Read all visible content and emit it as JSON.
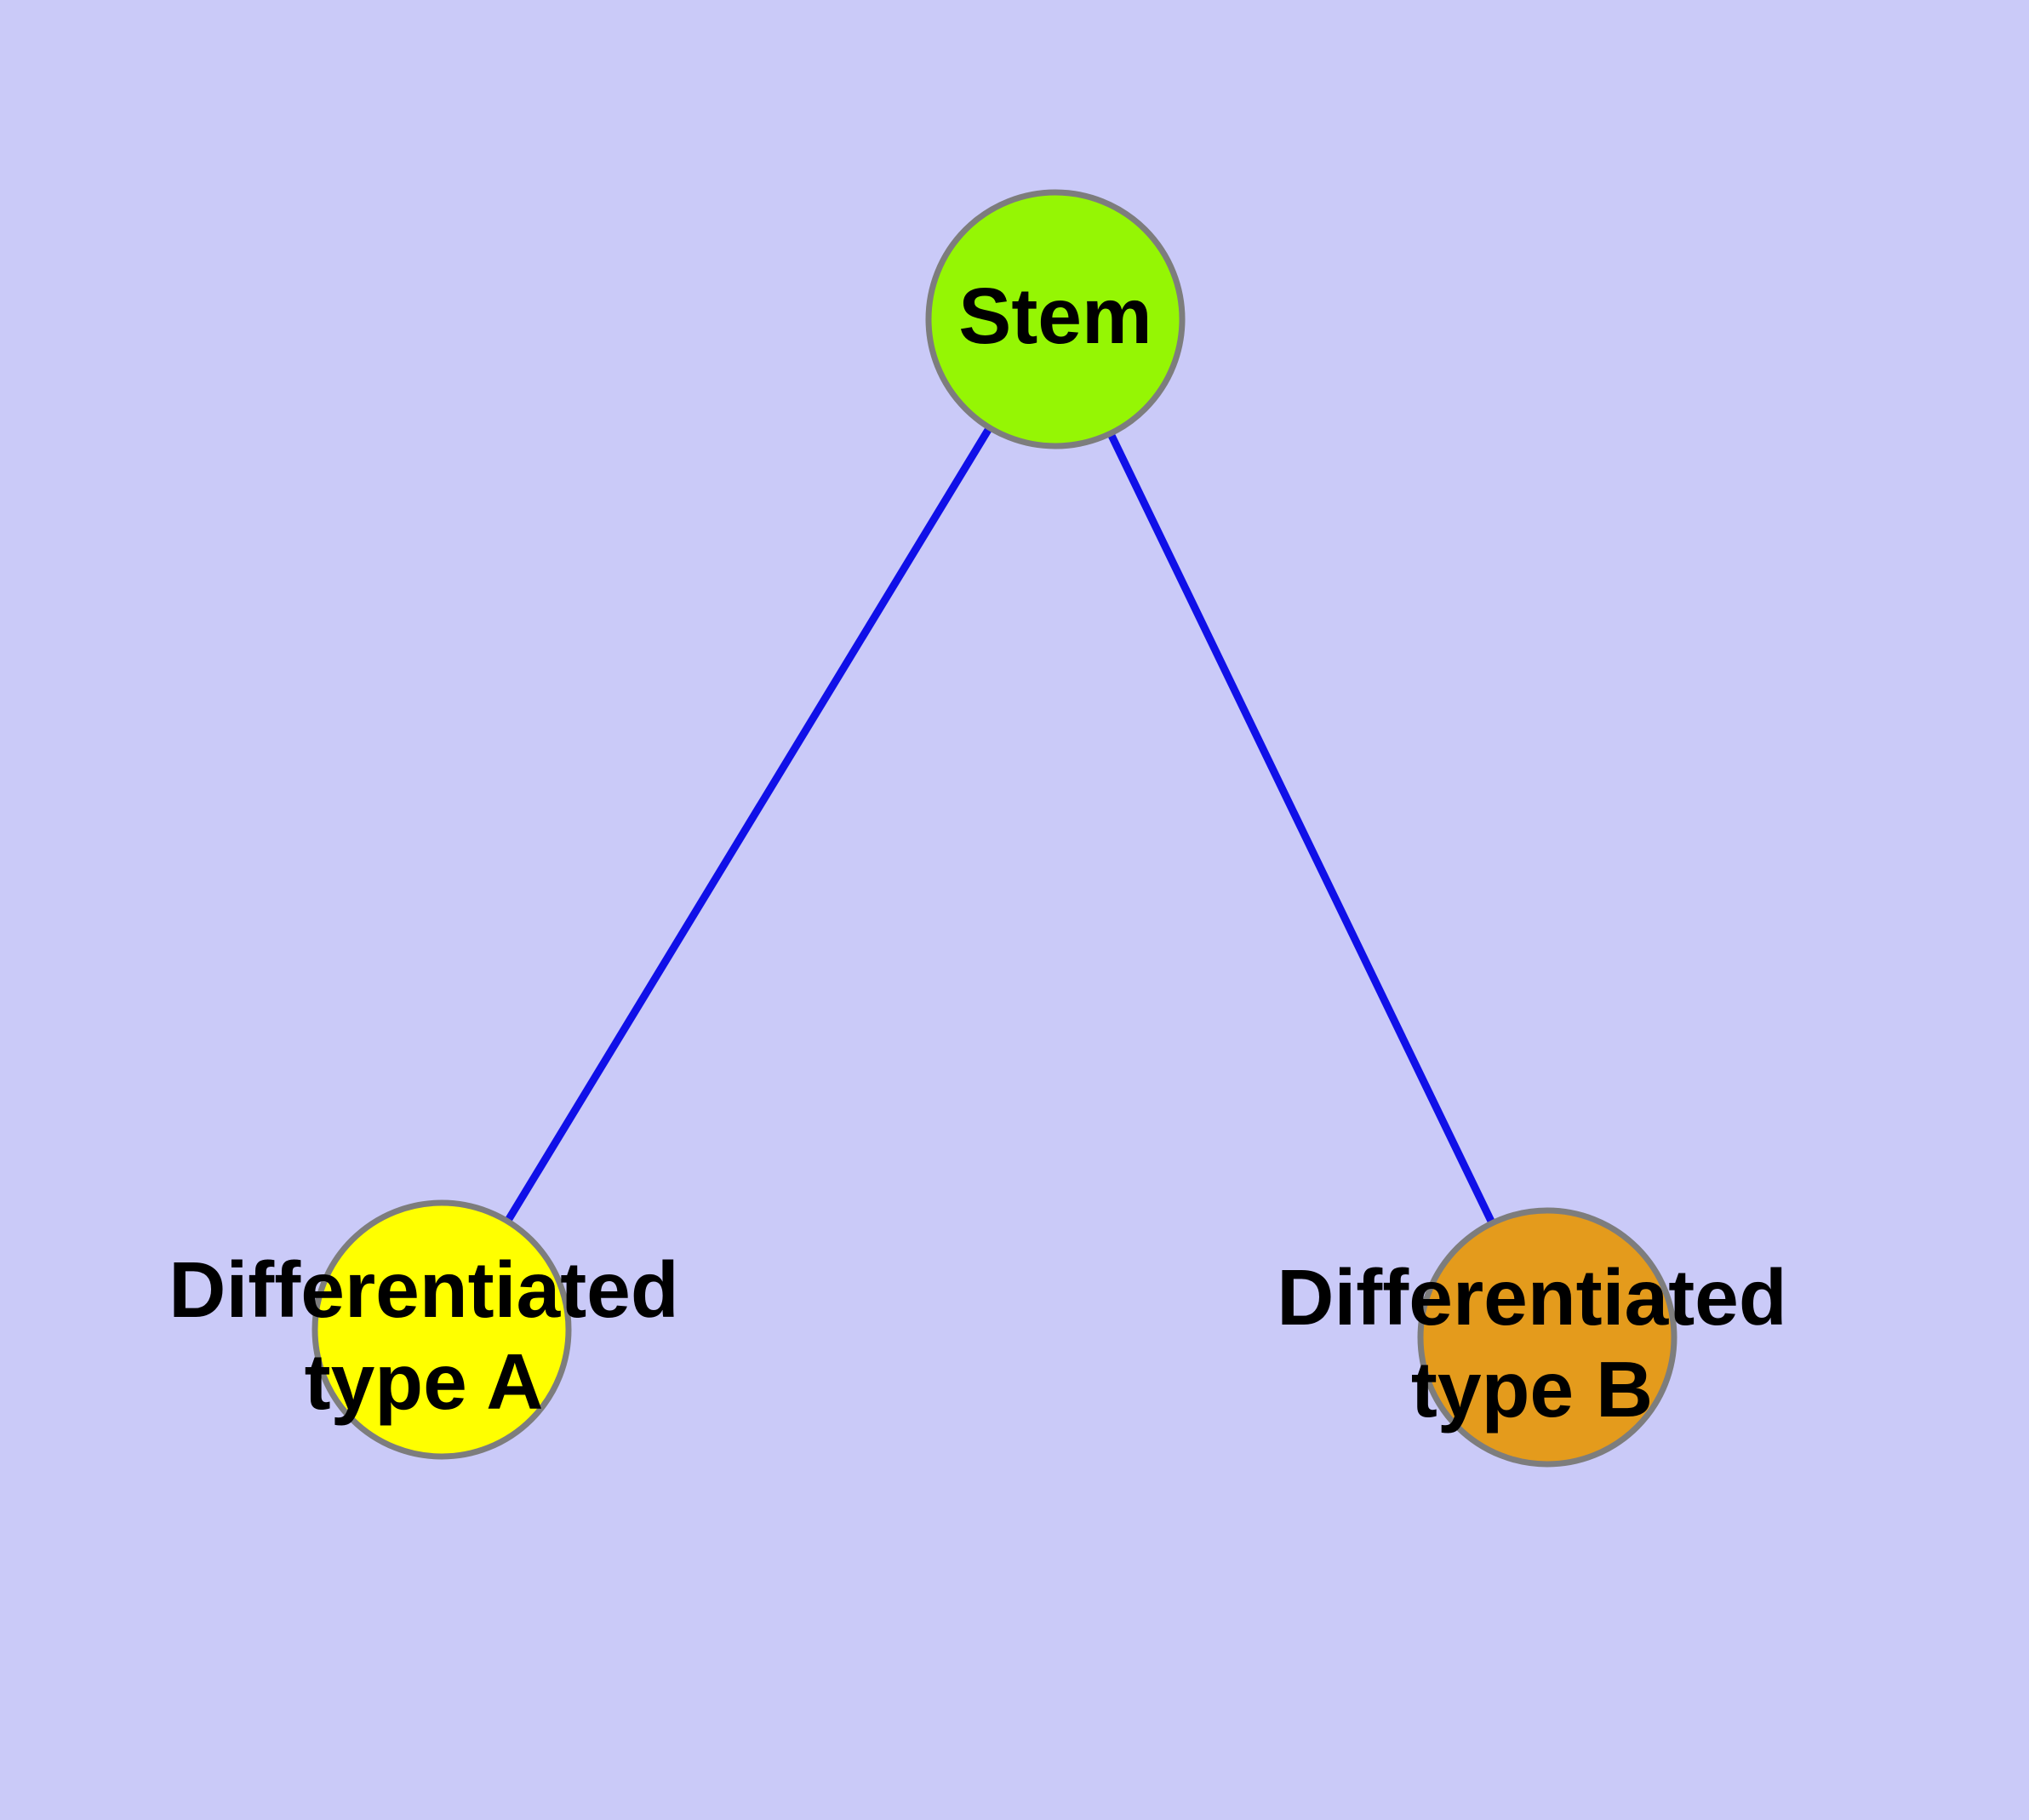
{
  "diagram": {
    "background_color": "#CACAF8",
    "text_color": "#000000",
    "node_border_color": "#7D7D7D",
    "edge_color": "#1010E8",
    "nodes": {
      "stem": {
        "label": "Stem",
        "fill": "#95F604"
      },
      "type_a": {
        "label": "Differentiated\ntype A",
        "fill": "#FFFF00"
      },
      "type_b": {
        "label": "Differentiated\ntype B",
        "fill": "#E49B1C"
      }
    },
    "edges": {
      "stem_type_a": {
        "from": "Stem",
        "to": "Differentiated type A",
        "color": "#1010E8"
      },
      "stem_type_b": {
        "from": "Stem",
        "to": "Differentiated type B",
        "color": "#1010E8"
      }
    }
  }
}
